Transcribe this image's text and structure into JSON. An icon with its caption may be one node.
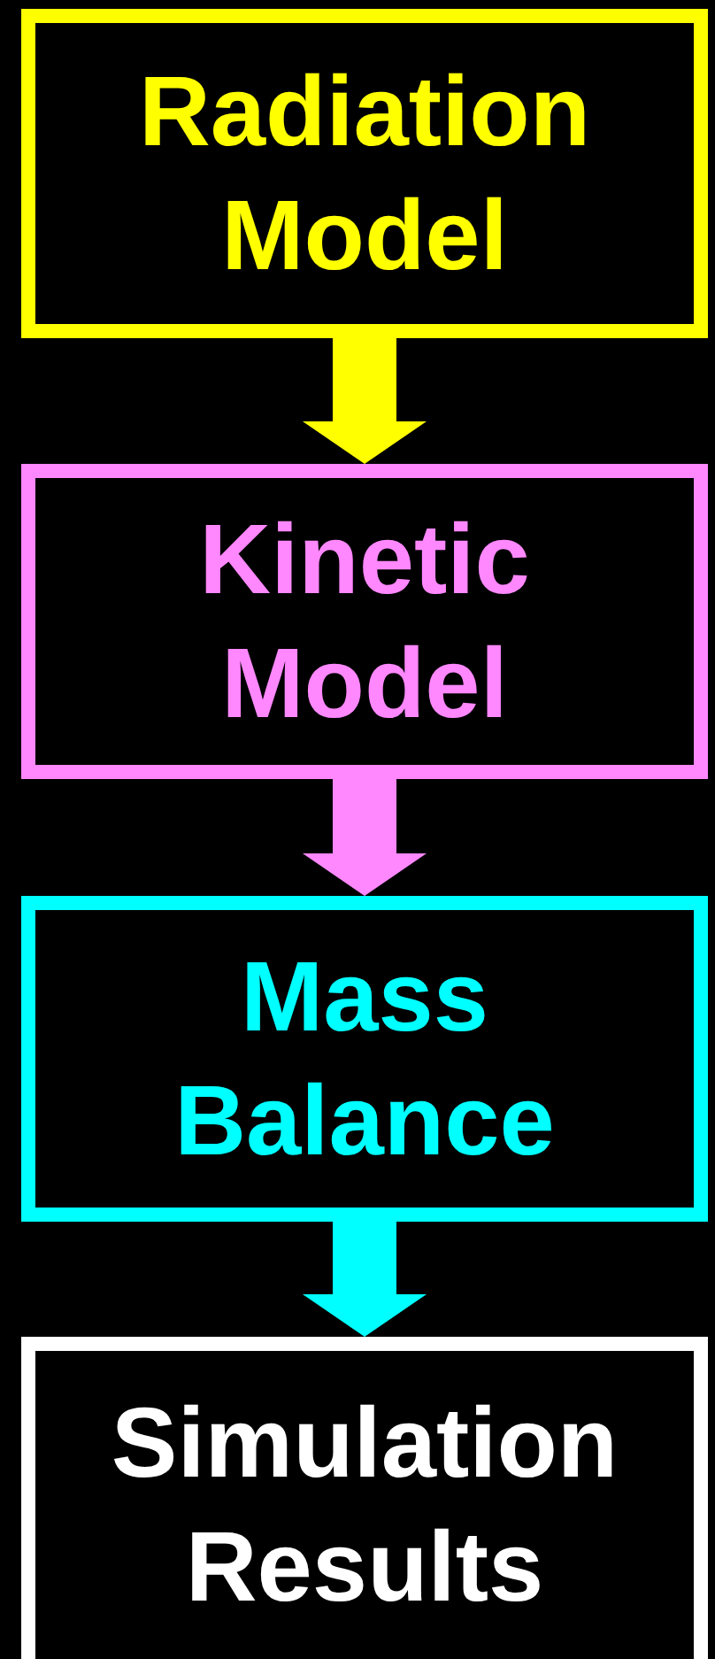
{
  "diagram": {
    "nodes": [
      {
        "text": [
          "Radiation Model"
        ]
      },
      {
        "text": [
          "Kinetic Model"
        ]
      },
      {
        "text": [
          "Mass Balance"
        ]
      },
      {
        "text": [
          "Simulation Results"
        ]
      }
    ],
    "edges": [
      {
        "from": 0,
        "to": 1,
        "arrow": "to",
        "color": "#ffff00"
      },
      {
        "from": 1,
        "to": 2,
        "arrow": "to",
        "color": "#ff88ff"
      },
      {
        "from": 2,
        "to": 3,
        "arrow": "to",
        "color": "#00ffff"
      }
    ]
  }
}
